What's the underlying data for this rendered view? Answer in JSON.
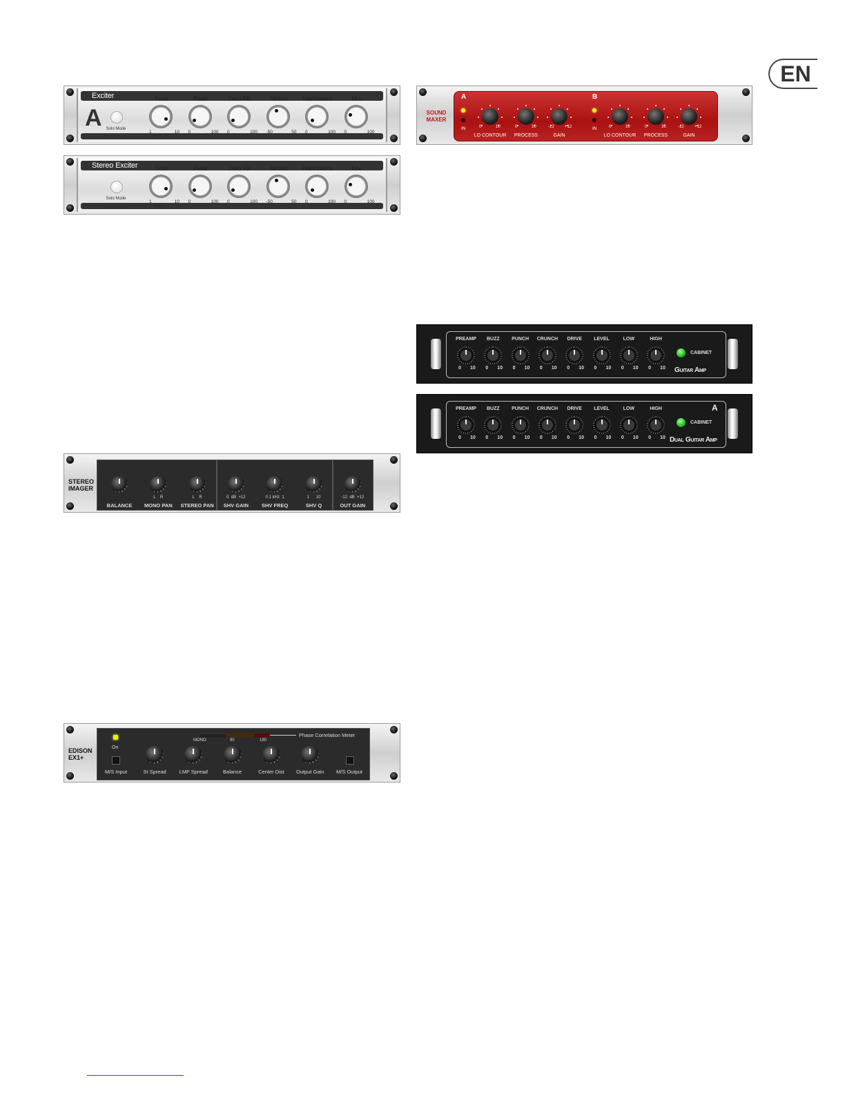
{
  "badge": {
    "language": "EN"
  },
  "exciter": {
    "title": "Exciter",
    "channel": "A",
    "solo_label": "Solo Mode",
    "knobs": [
      {
        "label": "Tune",
        "lo": "1",
        "hi": "10",
        "unit": "kHz"
      },
      {
        "label": "Peak",
        "lo": "0",
        "hi": "100"
      },
      {
        "label": "Zero Fill",
        "lo": "0",
        "hi": "100"
      },
      {
        "label": "Timbre",
        "lo": "-50",
        "hi": "50"
      },
      {
        "label": "Harmonics",
        "lo": "0",
        "hi": "100"
      },
      {
        "label": "Mix",
        "lo": "0",
        "hi": "100"
      }
    ]
  },
  "stereo_exciter": {
    "title": "Stereo Exciter",
    "solo_label": "Solo Mode",
    "knobs": [
      {
        "label": "Tune",
        "lo": "1",
        "hi": "10",
        "unit": "kHz"
      },
      {
        "label": "Peak",
        "lo": "0",
        "hi": "100"
      },
      {
        "label": "Zero Fill",
        "lo": "0",
        "hi": "100"
      },
      {
        "label": "Timbre",
        "lo": "-50",
        "hi": "50"
      },
      {
        "label": "Harmonics",
        "lo": "0",
        "hi": "100"
      },
      {
        "label": "Mix",
        "lo": "0",
        "hi": "100"
      }
    ]
  },
  "sound_maxer": {
    "brand_line1": "SOUND",
    "brand_line2": "MAXER",
    "section_a": "A",
    "section_b": "B",
    "in_label": "IN",
    "labels": [
      "LO CONTOUR",
      "PROCESS",
      "GAIN"
    ],
    "scale_lo": [
      "0",
      "0",
      "-12"
    ],
    "scale_hi": [
      "10",
      "10",
      "+12"
    ]
  },
  "guitar_amp": {
    "logo": "Guitar Amp",
    "cabinet": "CABINET",
    "knobs": [
      "PREAMP",
      "BUZZ",
      "PUNCH",
      "CRUNCH",
      "DRIVE",
      "LEVEL",
      "LOW",
      "HIGH"
    ],
    "lo": "0",
    "hi": "10"
  },
  "dual_guitar_amp": {
    "logo": "Dual Guitar Amp",
    "channel": "A",
    "cabinet": "CABINET",
    "knobs": [
      "PREAMP",
      "BUZZ",
      "PUNCH",
      "CRUNCH",
      "DRIVE",
      "LEVEL",
      "LOW",
      "HIGH"
    ],
    "lo": "0",
    "hi": "10"
  },
  "stereo_imager": {
    "brand_line1": "STEREO",
    "brand_line2": "IMAGER",
    "knobs": [
      {
        "label": "BALANCE",
        "scale": ""
      },
      {
        "label": "MONO PAN",
        "scale": "L    R"
      },
      {
        "label": "STEREO PAN",
        "scale": "L    R"
      },
      {
        "label": "SHV GAIN",
        "scale": "0  dB  +12"
      },
      {
        "label": "SHV FREQ",
        "scale": "0.1 kHz  1"
      },
      {
        "label": "SHV Q",
        "scale": "1      10"
      },
      {
        "label": "OUT GAIN",
        "scale": "-12  dB  +12"
      }
    ]
  },
  "edison": {
    "brand_line1": "EDISON",
    "brand_line2": "EX1+",
    "on_label": "On",
    "meter_title": "Phase Correlation Meter",
    "meter_scale": [
      "MONO",
      "90",
      "180"
    ],
    "ms_input": "M/S Input",
    "ms_output": "M/S Output",
    "knobs": [
      "St Spread",
      "LMF Spread",
      "Balance",
      "Center Dist",
      "Output Gain"
    ]
  }
}
